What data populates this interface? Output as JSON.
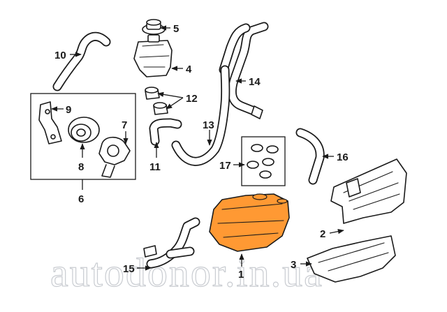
{
  "callouts": {
    "c1": "1",
    "c2": "2",
    "c3": "3",
    "c4": "4",
    "c5": "5",
    "c6": "6",
    "c7": "7",
    "c8": "8",
    "c9": "9",
    "c10": "10",
    "c11": "11",
    "c12": "12",
    "c13": "13",
    "c14": "14",
    "c15": "15",
    "c16": "16",
    "c17": "17"
  },
  "watermark": "autodonor.in.ua",
  "colors": {
    "highlight_part": "#ff9933",
    "ink": "#1a1a1a",
    "watermark": "#c9ccd1"
  }
}
